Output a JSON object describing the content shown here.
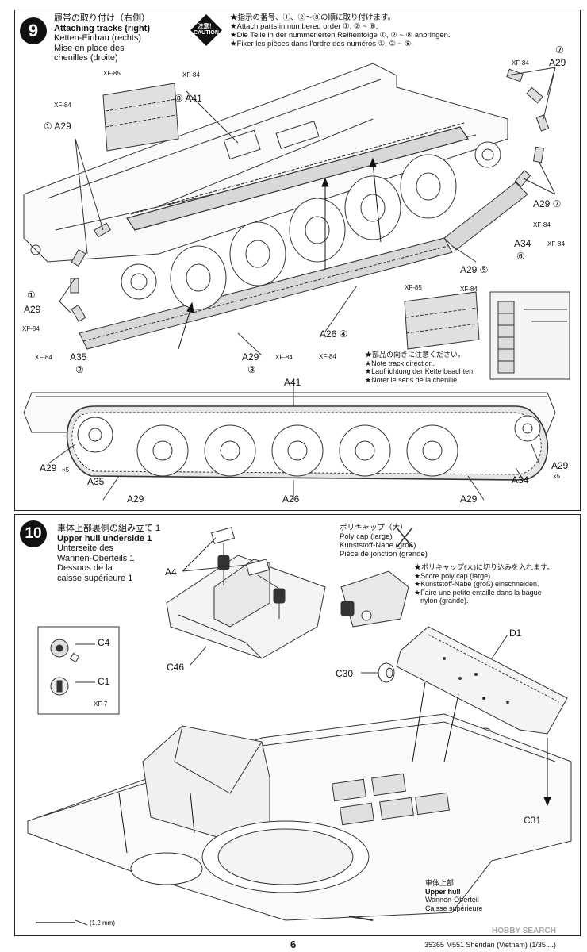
{
  "step9": {
    "number": "9",
    "title_lines": [
      "履帯の取り付け（右側）",
      "Attaching tracks (right)",
      "Ketten-Einbau (rechts)",
      "Mise en place des",
      "chenilles (droite)"
    ],
    "caution": {
      "line1": "注意！",
      "line2": "CAUTION"
    },
    "caution_notes": [
      "★指示の番号、①、②～⑧の順に取り付けます。",
      "★Attach parts in numbered order ①, ② ~ ⑧.",
      "★Die Teile in der nummerierten Reihenfolge ①, ② ~ ⑧ anbringen.",
      "★Fixer les pièces dans l'ordre des numéros ①, ② ~ ⑧."
    ],
    "direction_notes": [
      "★部品の向きに注意ください。",
      "★Note track direction.",
      "★Laufrichtung der Kette beachten.",
      "★Noter le sens de la chenille."
    ],
    "labels": {
      "xf85_a": "XF-85",
      "xf84_a41": "XF-84",
      "a41_step": "⑧ A41",
      "xf84_left": "XF-84",
      "a29_step1_top": "① A29",
      "xf84_right_top": "XF-84",
      "a29_right_top": "A29",
      "step7_top": "⑦",
      "a29_right_mid": "A29 ⑦",
      "xf84_right_mid": "XF-84",
      "a34": "A34",
      "xf84_a34": "XF-84",
      "step6": "⑥",
      "a29_step5": "A29 ⑤",
      "xf84_a29_5": "XF-84",
      "step1_left": "①",
      "a29_left": "A29",
      "xf84_left_low": "XF-84",
      "xf84_a35": "XF-84",
      "a35": "A35",
      "step2": "②",
      "xf85_b": "XF-85",
      "a26": "A26 ④",
      "xf84_a26": "XF-84",
      "a29_step3": "A29",
      "xf84_a29_3": "XF-84",
      "step3": "③"
    },
    "side_labels": {
      "a41": "A41",
      "a29x5_left": "A29",
      "x5_left": "×5",
      "a35": "A35",
      "a29_bottom_left": "A29",
      "a26": "A26",
      "a29_bottom_right": "A29",
      "a34": "A34",
      "a29_right": "A29",
      "x5_right": "×5"
    }
  },
  "step10": {
    "number": "10",
    "title_lines": [
      "車体上部裏側の組み立て 1",
      "Upper hull underside 1",
      "Unterseite des",
      "Wannen-Oberteils 1",
      "Dessous de la",
      "caisse supérieure 1"
    ],
    "polycap_lines": [
      "ポリキャップ（大）",
      "Poly cap (large)",
      "Kunststoff-Nabe (groß)",
      "Pièce de jonction (grande)"
    ],
    "score_notes": [
      "★ポリキャップ(大)に切り込みを入れます。",
      "★Score poly cap (large).",
      "★Kunststoff-Nabe (groß) einschneiden.",
      "★Faire une petite entaille dans la bague",
      "nylon (grande)."
    ],
    "labels": {
      "a4": "A4",
      "c46": "C46",
      "c4": "C4",
      "c1": "C1",
      "xf7": "XF-7",
      "d1": "D1",
      "c30": "C30",
      "c31": "C31",
      "drill": "(1.2 mm)"
    },
    "hull_label_lines": [
      "車体上部",
      "Upper hull",
      "Wannen-Oberteil",
      "Caisse supérieure"
    ]
  },
  "footer": {
    "page_number": "6",
    "code": "35365  M551 Sheridan (Vietnam) (1/35 ...)",
    "watermark": "HOBBY SEARCH"
  }
}
